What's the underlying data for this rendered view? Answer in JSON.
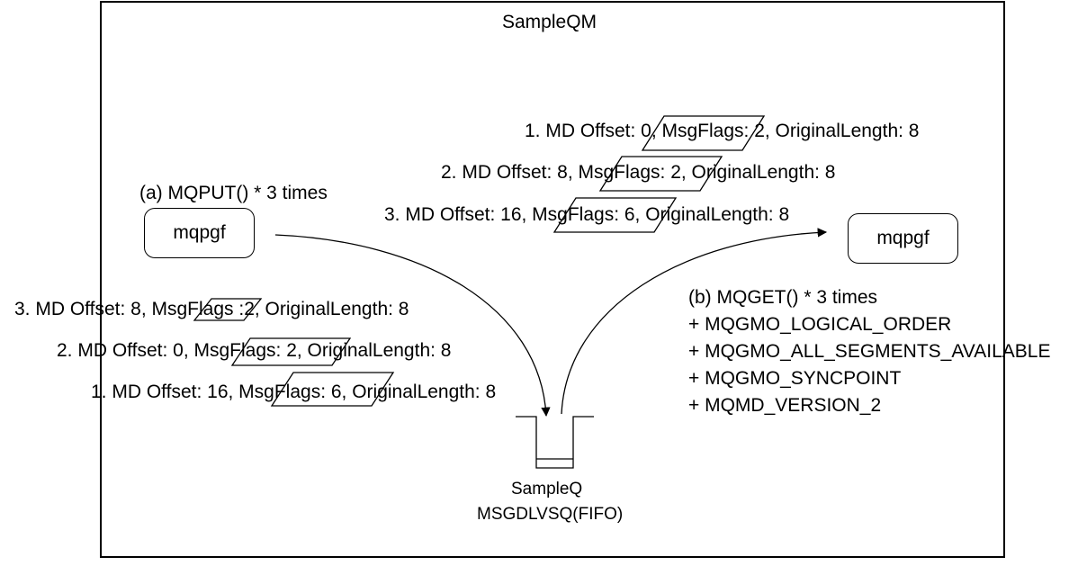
{
  "queue_manager": {
    "title": "SampleQM"
  },
  "put_side": {
    "app_label": "mqpgf",
    "caption": "(a) MQPUT() * 3 times",
    "messages": [
      "3. MD Offset: 8, MsgFlags :2, OriginalLength: 8",
      "2. MD Offset: 0, MsgFlags: 2, OriginalLength: 8",
      "1. MD Offset: 16, MsgFlags: 6, OriginalLength: 8"
    ]
  },
  "get_side": {
    "app_label": "mqpgf",
    "messages": [
      "1. MD Offset: 0, MsgFlags: 2, OriginalLength: 8",
      "2. MD Offset: 8, MsgFlags: 2, OriginalLength: 8",
      "3. MD Offset: 16, MsgFlags: 6, OriginalLength: 8"
    ],
    "options": [
      "(b) MQGET() * 3 times",
      "+ MQGMO_LOGICAL_ORDER",
      "+ MQGMO_ALL_SEGMENTS_AVAILABLE",
      "+ MQGMO_SYNCPOINT",
      "+ MQMD_VERSION_2"
    ]
  },
  "queue": {
    "name": "SampleQ",
    "type": "MSGDLVSQ(FIFO)"
  },
  "colors": {
    "line": "#000000",
    "background": "#ffffff"
  }
}
